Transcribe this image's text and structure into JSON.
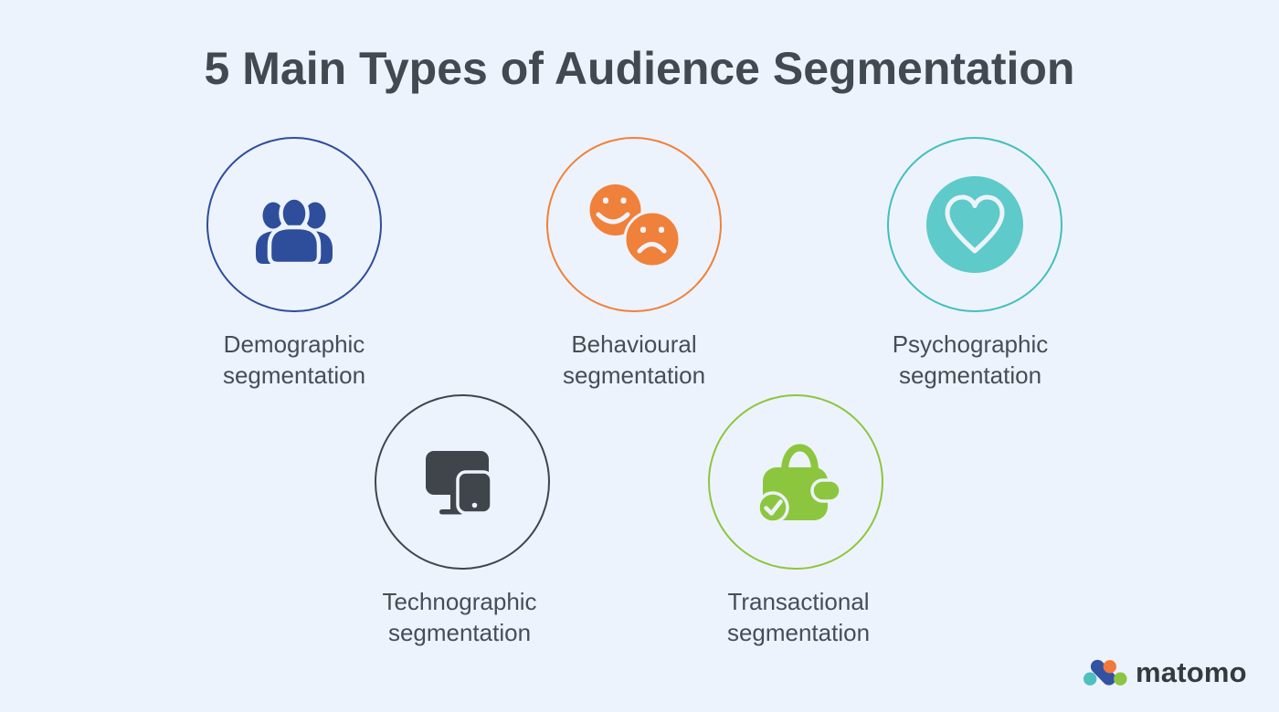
{
  "title": "5 Main Types of Audience Segmentation",
  "items": [
    {
      "name": "demographic",
      "line1": "Demographic",
      "line2": "segmentation",
      "color": "#2e4d9b"
    },
    {
      "name": "behavioural",
      "line1": "Behavioural",
      "line2": "segmentation",
      "color": "#f0813a"
    },
    {
      "name": "psychographic",
      "line1": "Psychographic",
      "line2": "segmentation",
      "color": "#41bfbd"
    },
    {
      "name": "technographic",
      "line1": "Technographic",
      "line2": "segmentation",
      "color": "#3f454a"
    },
    {
      "name": "transactional",
      "line1": "Transactional",
      "line2": "segmentation",
      "color": "#8cc63e"
    }
  ],
  "icons": [
    {
      "item": "demographic",
      "icon": "people-group-icon"
    },
    {
      "item": "behavioural",
      "icon": "smiley-faces-icon"
    },
    {
      "item": "psychographic",
      "icon": "heart-icon"
    },
    {
      "item": "technographic",
      "icon": "computer-phone-icon"
    },
    {
      "item": "transactional",
      "icon": "wallet-check-icon"
    }
  ],
  "logo": {
    "text": "matomo"
  },
  "colors": {
    "background": "#edf3fc",
    "title": "#424a51",
    "label": "#454e57",
    "teal_disc": "#5ecaca",
    "logo_text": "#343a3e",
    "logo_teal": "#4ec0c0",
    "logo_blue": "#3253a2",
    "logo_orange": "#f1793c",
    "logo_green": "#8bc541"
  }
}
